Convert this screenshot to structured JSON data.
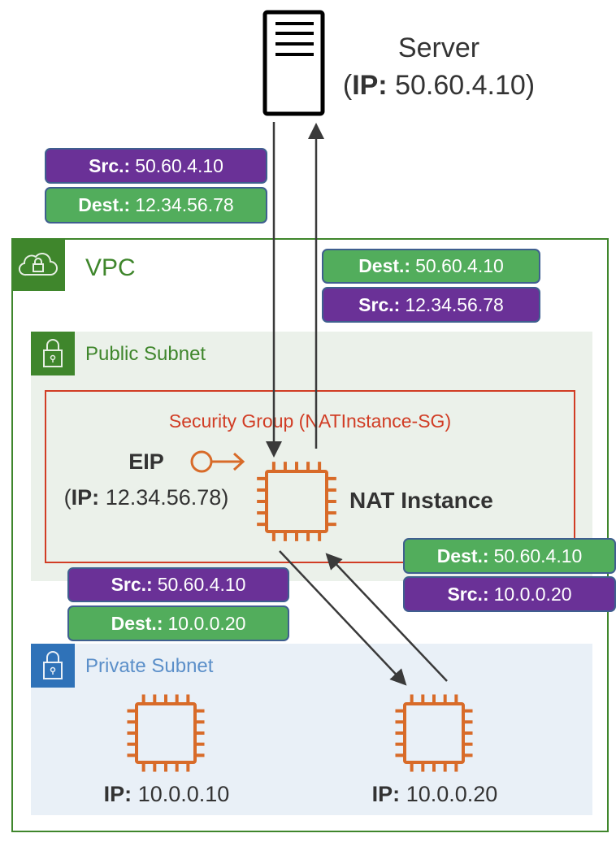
{
  "server": {
    "title": "Server",
    "ip_label": "IP:",
    "ip": "50.60.4.10"
  },
  "vpc": {
    "label": "VPC"
  },
  "public_subnet": {
    "label": "Public Subnet"
  },
  "private_subnet": {
    "label": "Private Subnet"
  },
  "security_group": {
    "label": "Security Group (NATInstance-SG)"
  },
  "eip": {
    "title": "EIP",
    "ip_label": "IP:",
    "ip": "12.34.56.78"
  },
  "nat_instance": {
    "label": "NAT Instance"
  },
  "instances": [
    {
      "ip_label": "IP:",
      "ip": "10.0.0.10"
    },
    {
      "ip_label": "IP:",
      "ip": "10.0.0.20"
    }
  ],
  "packets": {
    "inbound_from_server": {
      "src_label": "Src.:",
      "src": "50.60.4.10",
      "dest_label": "Dest.:",
      "dest": "12.34.56.78"
    },
    "outbound_to_server": {
      "dest_label": "Dest.:",
      "dest": "50.60.4.10",
      "src_label": "Src.:",
      "src": "12.34.56.78"
    },
    "to_private": {
      "src_label": "Src.:",
      "src": "50.60.4.10",
      "dest_label": "Dest.:",
      "dest": "10.0.0.20"
    },
    "from_private": {
      "dest_label": "Dest.:",
      "dest": "50.60.4.10",
      "src_label": "Src.:",
      "src": "10.0.0.20"
    }
  },
  "colors": {
    "vpc_green": "#3f862c",
    "subnet_public_bg": "#ebf1ea",
    "subnet_private_bg": "#e9f0f7",
    "private_blue": "#2f72b8",
    "sg_red": "#d13d25",
    "chip_orange": "#d86b29",
    "src_purple": "#6a3197",
    "dest_green": "#52ad5c"
  }
}
